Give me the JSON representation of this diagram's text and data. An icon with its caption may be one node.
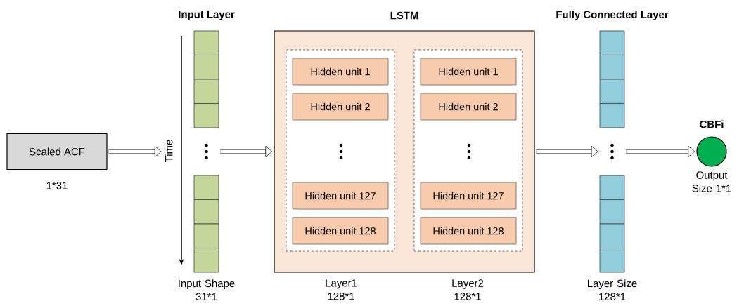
{
  "diagram": {
    "nodes": [
      {
        "text": [
          "Scaled ACF"
        ],
        "beside": [
          "1*31"
        ]
      },
      {
        "text": [
          "Input Layer"
        ],
        "beside": [
          "Input Shape 31*1",
          "Time"
        ]
      },
      {
        "text": [
          "LSTM"
        ]
      },
      {
        "text": [],
        "shape": "box",
        "in": 2,
        "beside": [
          "Layer1 128*1"
        ]
      },
      {
        "text": [
          "Hidden unit 1"
        ],
        "in": 3
      },
      {
        "text": [
          "Hidden unit 2"
        ],
        "in": 3
      },
      {
        "text": [
          "Hidden unit 127"
        ],
        "in": 3
      },
      {
        "text": [
          "Hidden unit 128"
        ],
        "in": 3
      },
      {
        "text": [],
        "shape": "box",
        "in": 2,
        "beside": [
          "Layer2 128*1"
        ]
      },
      {
        "text": [
          "Hidden unit 1"
        ],
        "in": 8
      },
      {
        "text": [
          "Hidden unit 2"
        ],
        "in": 8
      },
      {
        "text": [
          "Hidden unit 127"
        ],
        "in": 8
      },
      {
        "text": [
          "Hidden unit 128"
        ],
        "in": 8
      },
      {
        "text": [
          "Fully Connected Layer"
        ],
        "beside": [
          "Layer Size 128*1"
        ]
      },
      {
        "text": [
          "CBFi"
        ],
        "beside": [
          "Output Size 1*1"
        ]
      }
    ],
    "edges": [
      {
        "from": 0,
        "to": 1,
        "arrow": "to"
      },
      {
        "from": 1,
        "to": 2,
        "arrow": "to"
      },
      {
        "from": 2,
        "to": 13,
        "arrow": "to"
      },
      {
        "from": 13,
        "to": 14,
        "arrow": "to"
      }
    ]
  }
}
